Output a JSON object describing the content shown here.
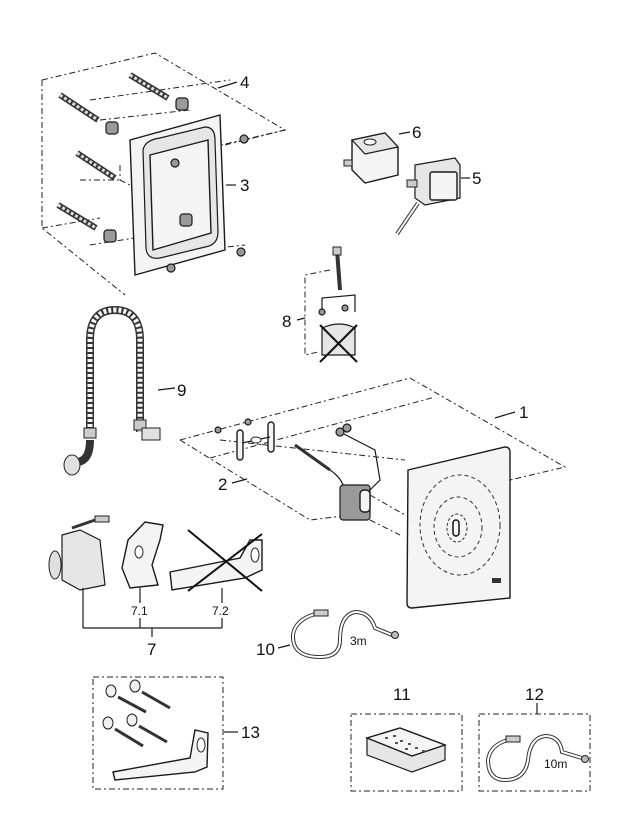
{
  "diagram": {
    "type": "exploded parts diagram",
    "parts": [
      {
        "id": "1",
        "label": "1",
        "name": "cover plate with infrared electronics"
      },
      {
        "id": "2",
        "label": "2",
        "name": "mounting bracket set"
      },
      {
        "id": "3",
        "label": "3",
        "name": "mounting frame"
      },
      {
        "id": "4",
        "label": "4",
        "name": "fixing screws and wall plugs"
      },
      {
        "id": "5",
        "label": "5",
        "name": "power supply unit"
      },
      {
        "id": "6",
        "label": "6",
        "name": "junction box"
      },
      {
        "id": "7",
        "label": "7",
        "name": "solenoid valve assembly"
      },
      {
        "id": "7.1",
        "label": "7.1",
        "name": "valve bracket"
      },
      {
        "id": "7.2",
        "label": "7.2",
        "name": "mounting plate (not included)",
        "crossed_out": true
      },
      {
        "id": "8",
        "label": "8",
        "name": "connection piece",
        "crossed_out_subpart": true
      },
      {
        "id": "9",
        "label": "9",
        "name": "flexible hose"
      },
      {
        "id": "10",
        "label": "10",
        "name": "extension cable",
        "annotation": "3m"
      },
      {
        "id": "11",
        "label": "11",
        "name": "remote control"
      },
      {
        "id": "12",
        "label": "12",
        "name": "extension cable",
        "annotation": "10m"
      },
      {
        "id": "13",
        "label": "13",
        "name": "fixing set"
      }
    ],
    "annotations": {
      "cable_3m": "3m",
      "cable_10m": "10m"
    }
  }
}
